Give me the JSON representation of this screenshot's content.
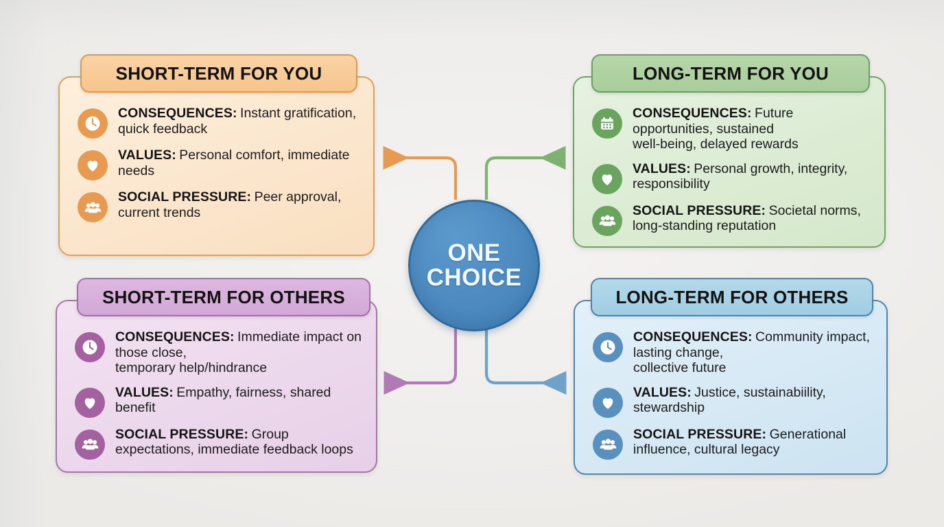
{
  "center": {
    "line1": "ONE",
    "line2": "CHOICE"
  },
  "colors": {
    "background": "#f1f0ee",
    "center_fill": "#4e8cc2",
    "center_border": "#2f6a9c",
    "center_text": "#f2f9fd",
    "orange": "#e79a50",
    "green": "#6ba45f",
    "purple": "#a3619f",
    "blue": "#5a90bd"
  },
  "row_labels": {
    "consequences": "CONSEQUENCES:",
    "values": "VALUES:",
    "social_pressure": "SOCIAL PRESSURE:"
  },
  "quadrants": [
    {
      "id": "short-term-for-you",
      "title": "SHORT-TERM FOR YOU",
      "accent": "#e79a50",
      "rows": [
        {
          "icon": "clock-icon",
          "label": "CONSEQUENCES:",
          "body": "Instant gratification, quick feedback"
        },
        {
          "icon": "heart-icon",
          "label": "VALUES:",
          "body": "Personal comfort, immediate needs"
        },
        {
          "icon": "people-icon",
          "label": "SOCIAL PRESSURE:",
          "body": "Peer approval, current trends"
        }
      ]
    },
    {
      "id": "long-term-for-you",
      "title": "LONG-TERM FOR YOU",
      "accent": "#6ba45f",
      "rows": [
        {
          "icon": "calendar-icon",
          "label": "CONSEQUENCES:",
          "body": "Future opportunities, sustained\nwell-being, delayed rewards"
        },
        {
          "icon": "heart-icon",
          "label": "VALUES:",
          "body": "Personal growth, integrity, responsibility"
        },
        {
          "icon": "people-icon",
          "label": "SOCIAL PRESSURE:",
          "body": "Societal norms, long-standing reputation"
        }
      ]
    },
    {
      "id": "short-term-for-others",
      "title": "SHORT-TERM FOR OTHERS",
      "accent": "#a3619f",
      "rows": [
        {
          "icon": "clock-icon",
          "label": "CONSEQUENCES:",
          "body": "Immediate impact on those close,\ntemporary help/hindrance"
        },
        {
          "icon": "heart-icon",
          "label": "VALUES:",
          "body": "Empathy, fairness, shared benefit"
        },
        {
          "icon": "people-icon",
          "label": "SOCIAL PRESSURE:",
          "body": "Group expectations, immediate feedback loops"
        }
      ]
    },
    {
      "id": "long-term-for-others",
      "title": "LONG-TERM FOR OTHERS",
      "accent": "#5a90bd",
      "rows": [
        {
          "icon": "clock-icon",
          "label": "CONSEQUENCES:",
          "body": "Community impact, lasting change,\ncollective future"
        },
        {
          "icon": "heart-icon",
          "label": "VALUES:",
          "body": "Justice, sustainabiility, stewardship"
        },
        {
          "icon": "people-icon",
          "label": "SOCIAL PRESSURE:",
          "body": "Generational influence, cultural legacy"
        }
      ]
    }
  ],
  "connectors": [
    {
      "id": "to-short-term-for-you",
      "color": "#e79a50",
      "direction": "up-left"
    },
    {
      "id": "to-long-term-for-you",
      "color": "#7fb173",
      "direction": "up-right"
    },
    {
      "id": "to-short-term-for-others",
      "color": "#b07ab4",
      "direction": "down-left"
    },
    {
      "id": "to-long-term-for-others",
      "color": "#6ea2c9",
      "direction": "down-right"
    }
  ]
}
